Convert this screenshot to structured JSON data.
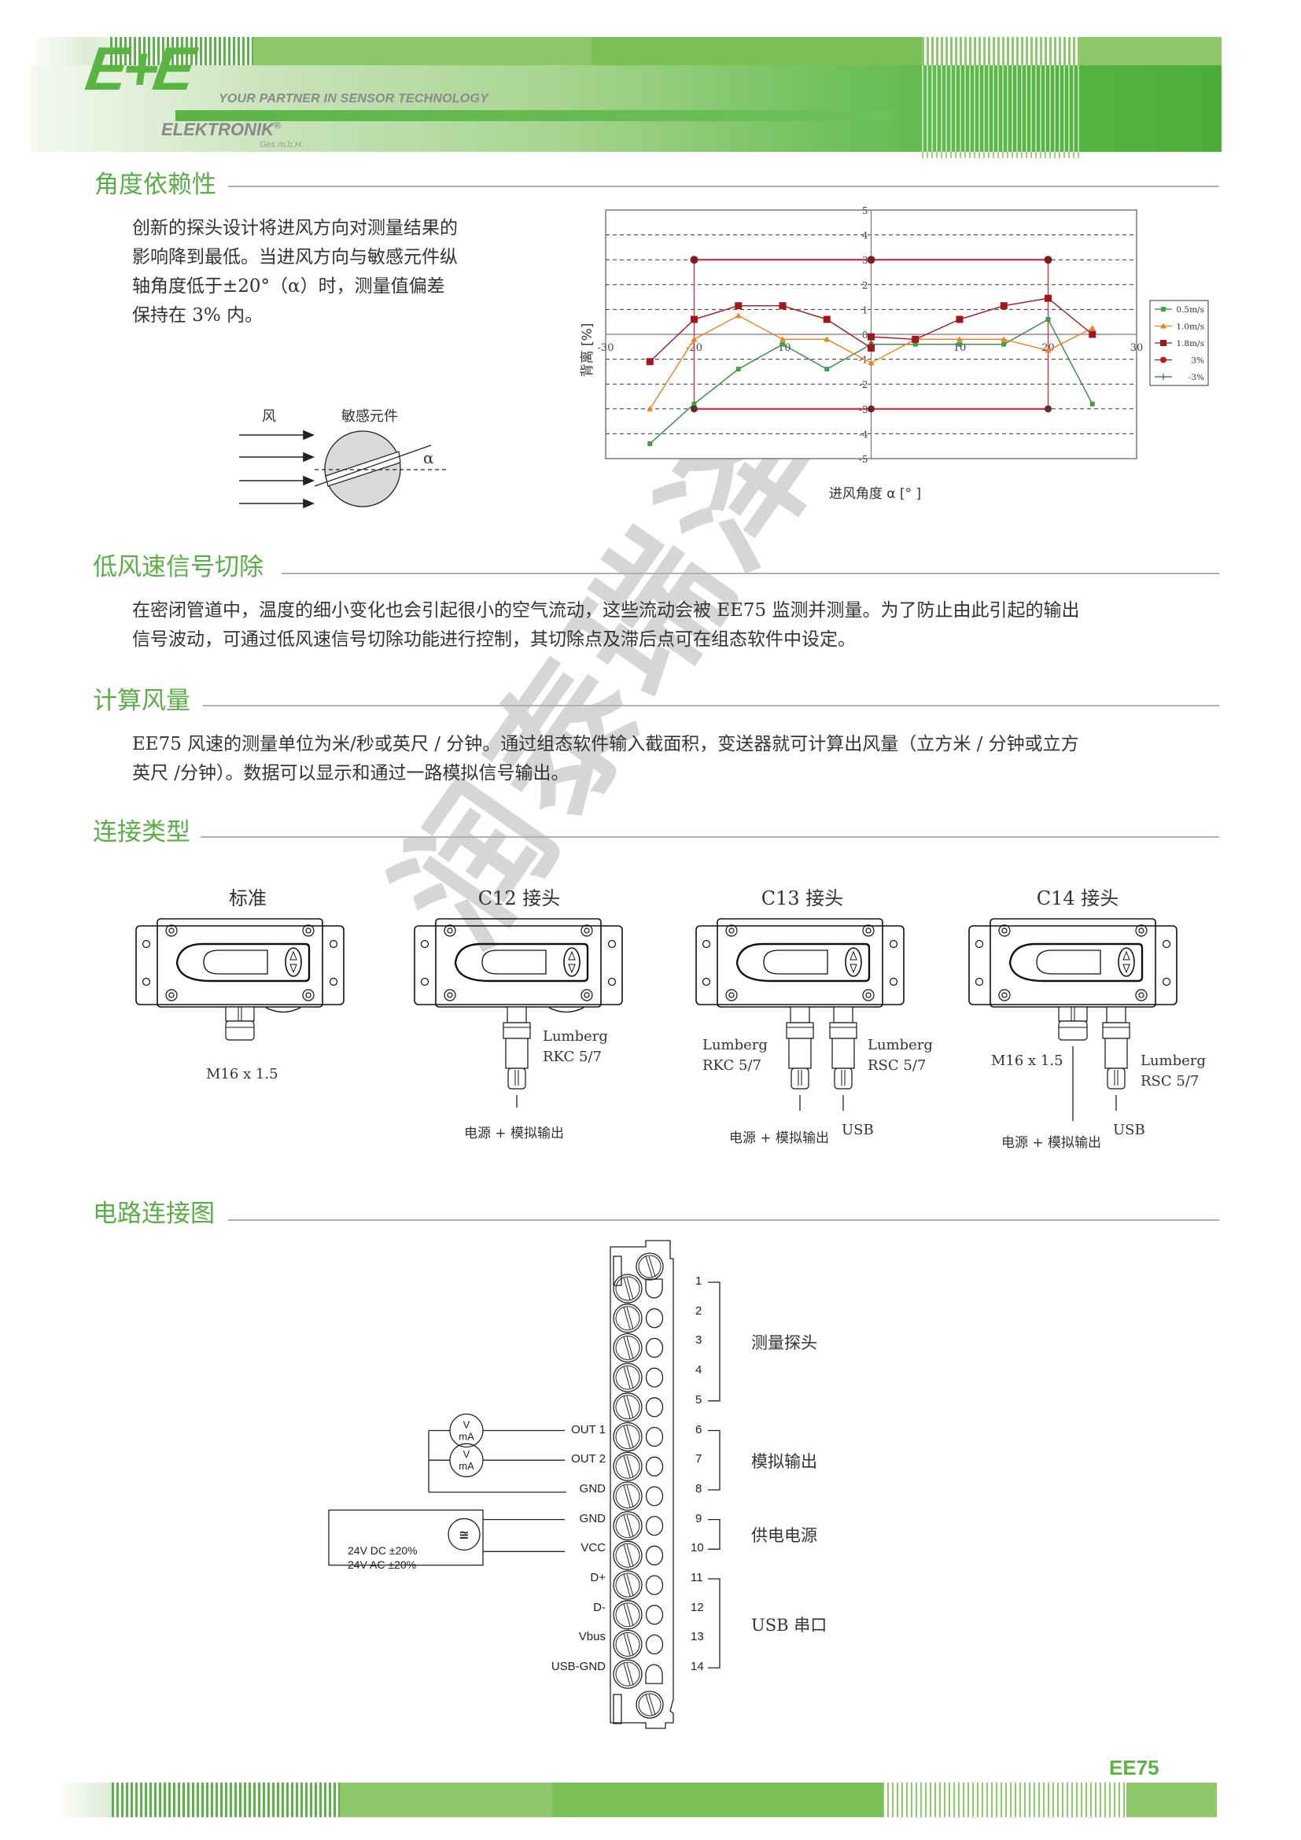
{
  "header": {
    "logo": "E+E",
    "tagline": "YOUR PARTNER IN SENSOR TECHNOLOGY",
    "company": "ELEKTRONIK",
    "registered": "®",
    "legal_form": "Ges.m.b.H."
  },
  "sections": {
    "angle": {
      "title": "角度依赖性",
      "text_lines": [
        "创新的探头设计将进风方向对测量结果的",
        "影响降到最低。当进风方向与敏感元件纵",
        "轴角度低于±20°（α）时，测量值偏差",
        "保持在 3% 内。"
      ],
      "diagram": {
        "wind_label": "风",
        "sensor_label": "敏感元件",
        "angle_label": "α"
      }
    },
    "low_flow": {
      "title": "低风速信号切除",
      "text_lines": [
        "在密闭管道中，温度的细小变化也会引起很小的空气流动，这些流动会被 EE75 监测并测量。为了防止由此引起的输出",
        "信号波动，可通过低风速信号切除功能进行控制，其切除点及滞后点可在组态软件中设定。"
      ]
    },
    "flow_calc": {
      "title": "计算风量",
      "text_lines": [
        "EE75 风速的测量单位为米/秒或英尺 / 分钟。通过组态软件输入截面积，变送器就可计算出风量（立方米 / 分钟或立方",
        "英尺 /分钟）。数据可以显示和通过一路模拟信号输出。"
      ]
    },
    "connection": {
      "title": "连接类型",
      "types": [
        {
          "title": "标准",
          "labels": [
            "M16 x 1.5"
          ]
        },
        {
          "title": "C12 接头",
          "labels": [
            "Lumberg",
            "RKC 5/7",
            "电源 + 模拟输出"
          ]
        },
        {
          "title": "C13 接头",
          "labels": [
            "Lumberg",
            "RKC 5/7",
            "Lumberg",
            "RSC 5/7",
            "电源 + 模拟输出",
            "USB"
          ]
        },
        {
          "title": "C14 接头",
          "labels": [
            "M16 x 1.5",
            "Lumberg",
            "RSC 5/7",
            "电源 + 模拟输出",
            "USB"
          ]
        }
      ]
    },
    "circuit": {
      "title": "电路连接图",
      "terminals": [
        {
          "num": "1",
          "label": ""
        },
        {
          "num": "2",
          "label": ""
        },
        {
          "num": "3",
          "label": ""
        },
        {
          "num": "4",
          "label": ""
        },
        {
          "num": "5",
          "label": ""
        },
        {
          "num": "6",
          "label": "OUT 1"
        },
        {
          "num": "7",
          "label": "OUT 2"
        },
        {
          "num": "8",
          "label": "GND"
        },
        {
          "num": "9",
          "label": "GND"
        },
        {
          "num": "10",
          "label": "VCC"
        },
        {
          "num": "11",
          "label": "D+"
        },
        {
          "num": "12",
          "label": "D-"
        },
        {
          "num": "13",
          "label": "Vbus"
        },
        {
          "num": "14",
          "label": "USB-GND"
        }
      ],
      "groups": [
        {
          "label": "测量探头",
          "from": 1,
          "to": 5
        },
        {
          "label": "模拟输出",
          "from": 6,
          "to": 8
        },
        {
          "label": "供电电源",
          "from": 9,
          "to": 10
        },
        {
          "label": "USB 串口",
          "from": 11,
          "to": 14
        }
      ],
      "meter_top": "V",
      "meter_bottom": "mA",
      "supply_line1": "24V DC ±20%",
      "supply_line2": "24V AC ±20%",
      "supply_symbol": "≅"
    }
  },
  "watermark": "润泰瑞泽",
  "footer": {
    "model": "EE75"
  },
  "colors": {
    "brand_green": "#5ab443",
    "heading_green": "#5aae46",
    "series_05": "#2e8b3a",
    "series_10": "#f07f1f",
    "series_18": "#a4161a",
    "limit": "#d9263a"
  },
  "chart_data": {
    "type": "line",
    "title": "",
    "xlabel": "进风角度 α [° ]",
    "ylabel": "背离 [%]",
    "xlim": [
      -30,
      30
    ],
    "ylim": [
      -5,
      5
    ],
    "x_ticks": [
      -30,
      -20,
      -10,
      10,
      20,
      30
    ],
    "y_ticks": [
      5,
      4,
      3,
      2,
      1,
      0,
      -1,
      -2,
      -3,
      -4,
      -5
    ],
    "grid": "dashed horizontal",
    "legend_position": "right",
    "series": [
      {
        "name": "0.5m/s",
        "marker": "square-small",
        "x": [
          -25,
          -20,
          -15,
          -10,
          -5,
          0,
          5,
          10,
          15,
          20,
          25
        ],
        "values": [
          -4.4,
          -2.8,
          -1.4,
          -0.4,
          -1.4,
          -0.4,
          -0.4,
          -0.4,
          -0.4,
          0.6,
          -2.8
        ]
      },
      {
        "name": "1.0m/s",
        "marker": "triangle",
        "x": [
          -25,
          -20,
          -15,
          -10,
          -5,
          0,
          5,
          10,
          15,
          20,
          25
        ],
        "values": [
          -3.0,
          -0.2,
          0.75,
          -0.2,
          -0.2,
          -1.15,
          -0.2,
          -0.2,
          -0.2,
          -0.65,
          0.25
        ]
      },
      {
        "name": "1.8m/s",
        "marker": "square",
        "x": [
          -25,
          -20,
          -15,
          -10,
          -5,
          0,
          0,
          5,
          10,
          15,
          20,
          25
        ],
        "values": [
          -1.1,
          0.6,
          1.15,
          1.15,
          0.6,
          -0.55,
          -0.1,
          -0.2,
          0.6,
          1.15,
          1.45,
          0.0
        ]
      },
      {
        "name": "3%",
        "marker": "circle",
        "x": [
          -20,
          0,
          20
        ],
        "values": [
          3,
          3,
          3
        ]
      },
      {
        "name": "-3%",
        "marker": "plus",
        "x": [
          -20,
          0,
          20
        ],
        "values": [
          -3,
          -3,
          -3
        ]
      }
    ]
  }
}
